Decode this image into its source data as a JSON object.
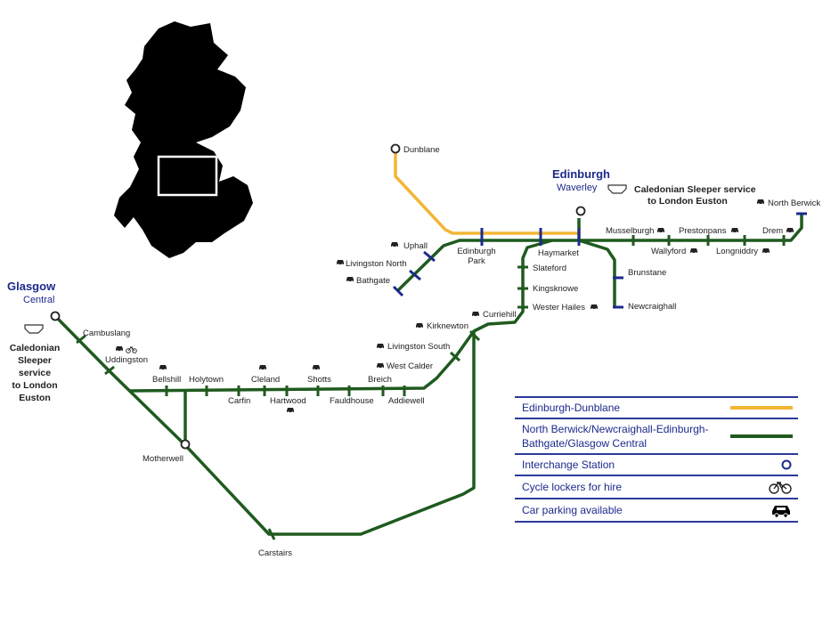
{
  "colors": {
    "dunblane_line": "#f2b636",
    "main_line": "#1f5a1f",
    "tick": "#1c2a8c",
    "text_blue": "#1c2a8c",
    "scotland_fill": "#000000"
  },
  "map": {
    "glasgow": {
      "name": "Glasgow",
      "sub": "Central"
    },
    "edinburgh": {
      "name": "Edinburgh",
      "sub": "Waverley"
    },
    "sleeper_east": [
      "Caledonian Sleeper service",
      "to London Euston"
    ],
    "sleeper_west": [
      "Caledonian",
      "Sleeper",
      "service",
      "to London",
      "Euston"
    ],
    "stations": {
      "dunblane": "Dunblane",
      "uphall": "Uphall",
      "livingston_north": "Livingston North",
      "bathgate": "Bathgate",
      "edinburgh_park": [
        "Edinburgh",
        "Park"
      ],
      "haymarket": "Haymarket",
      "slateford": "Slateford",
      "kingsknowe": "Kingsknowe",
      "wester_hailes": "Wester Hailes",
      "brunstane": "Brunstane",
      "newcraighall": "Newcraighall",
      "musselburgh": "Musselburgh",
      "wallyford": "Wallyford",
      "prestonpans": "Prestonpans",
      "longniddry": "Longniddry",
      "drem": "Drem",
      "north_berwick": "North Berwick",
      "curriehill": "Curriehill",
      "kirknewton": "Kirknewton",
      "livingston_south": "Livingston South",
      "west_calder": "West Calder",
      "addiewell": "Addiewell",
      "breich": "Breich",
      "fauldhouse": "Fauldhouse",
      "shotts": "Shotts",
      "hartwood": "Hartwood",
      "cleland": "Cleland",
      "carfin": "Carfin",
      "holytown": "Holytown",
      "bellshill": "Bellshill",
      "uddingston": "Uddingston",
      "cambuslang": "Cambuslang",
      "motherwell": "Motherwell",
      "carstairs": "Carstairs"
    }
  },
  "legend": {
    "rows": [
      {
        "text": "Edinburgh-Dunblane",
        "symbol": "dunblane-line-swatch"
      },
      {
        "text": "North Berwick/Newcraighall-Edinburgh-Bathgate/Glasgow Central",
        "symbol": "main-line-swatch"
      },
      {
        "text": "Interchange Station",
        "symbol": "interchange-circle-icon"
      },
      {
        "text": "Cycle lockers for hire",
        "symbol": "bicycle-icon"
      },
      {
        "text": "Car parking available",
        "symbol": "car-icon"
      }
    ]
  }
}
